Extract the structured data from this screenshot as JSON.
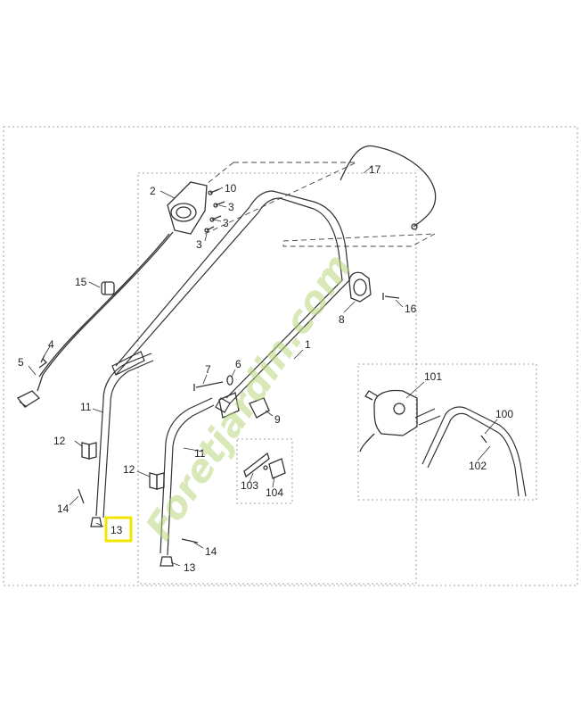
{
  "watermark": {
    "text": "Foretjardin.com",
    "color": "#b8d67a"
  },
  "highlight": {
    "part": "13",
    "color": "#f2e600"
  },
  "labels": {
    "l1": "1",
    "l2": "2",
    "l3a": "3",
    "l3b": "3",
    "l3c": "3",
    "l4": "4",
    "l5": "5",
    "l6": "6",
    "l7": "7",
    "l8": "8",
    "l9": "9",
    "l10": "10",
    "l11a": "11",
    "l11b": "11",
    "l12a": "12",
    "l12b": "12",
    "l13a": "13",
    "l13b": "13",
    "l14a": "14",
    "l14b": "14",
    "l15": "15",
    "l16": "16",
    "l17": "17",
    "l100": "100",
    "l101": "101",
    "l102": "102",
    "l103": "103",
    "l104": "104"
  }
}
